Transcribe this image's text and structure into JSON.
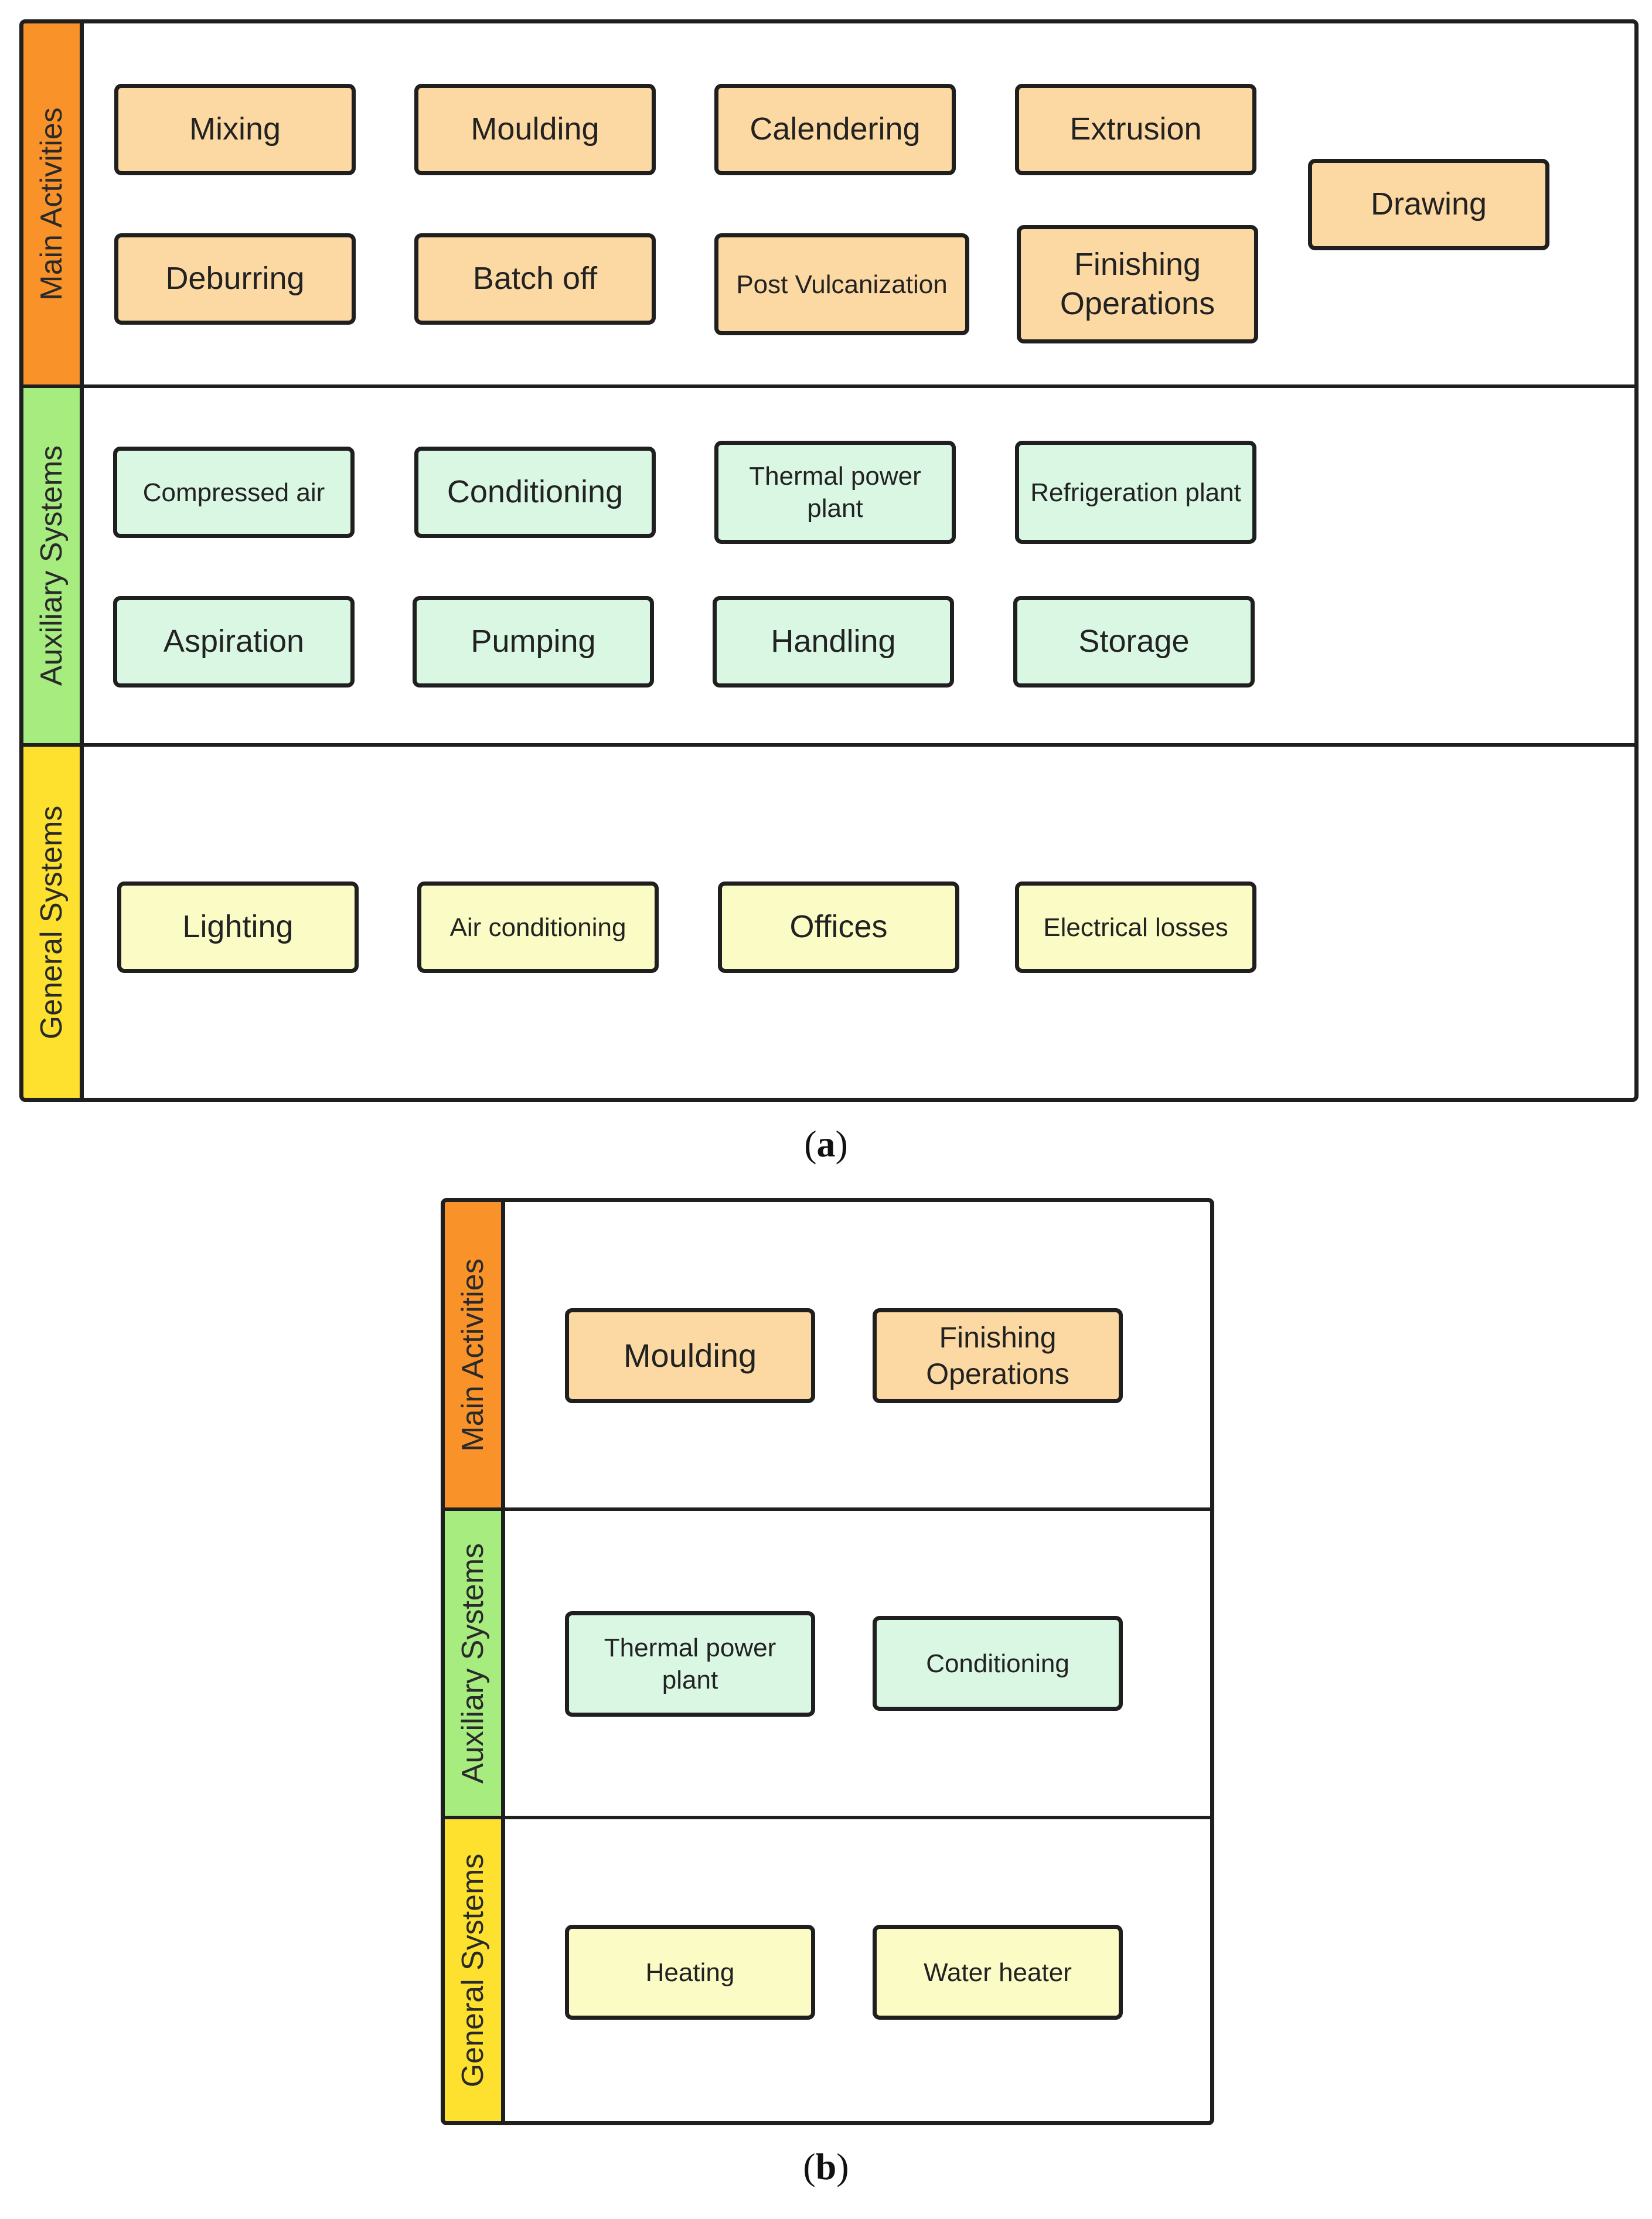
{
  "colors": {
    "main_label": "#f99229",
    "aux_label": "#a6ec7e",
    "general_label": "#fde12e",
    "main_box": "#fcd9a2",
    "aux_box": "#d9f7e3",
    "general_box": "#fbfbc6",
    "border": "#1f1f1f"
  },
  "panel_a": {
    "caption_open": "(",
    "caption_letter": "a",
    "caption_close": ")",
    "rows": {
      "main": {
        "label": "Main Activities",
        "boxes": [
          "Mixing",
          "Moulding",
          "Calendering",
          "Extrusion",
          "Drawing",
          "Deburring",
          "Batch off",
          "Post Vulcanization",
          "Finishing Operations"
        ]
      },
      "auxiliary": {
        "label": "Auxiliary Systems",
        "boxes": [
          "Compressed air",
          "Conditioning",
          "Thermal power plant",
          "Refrigeration plant",
          "Aspiration",
          "Pumping",
          "Handling",
          "Storage"
        ]
      },
      "general": {
        "label": "General Systems",
        "boxes": [
          "Lighting",
          "Air conditioning",
          "Offices",
          "Electrical losses"
        ]
      }
    }
  },
  "panel_b": {
    "caption_open": "(",
    "caption_letter": "b",
    "caption_close": ")",
    "rows": {
      "main": {
        "label": "Main Activities",
        "boxes": [
          "Moulding",
          "Finishing Operations"
        ]
      },
      "auxiliary": {
        "label": "Auxiliary Systems",
        "boxes": [
          "Thermal power plant",
          "Conditioning"
        ]
      },
      "general": {
        "label": "General Systems",
        "boxes": [
          "Heating",
          "Water heater"
        ]
      }
    }
  }
}
